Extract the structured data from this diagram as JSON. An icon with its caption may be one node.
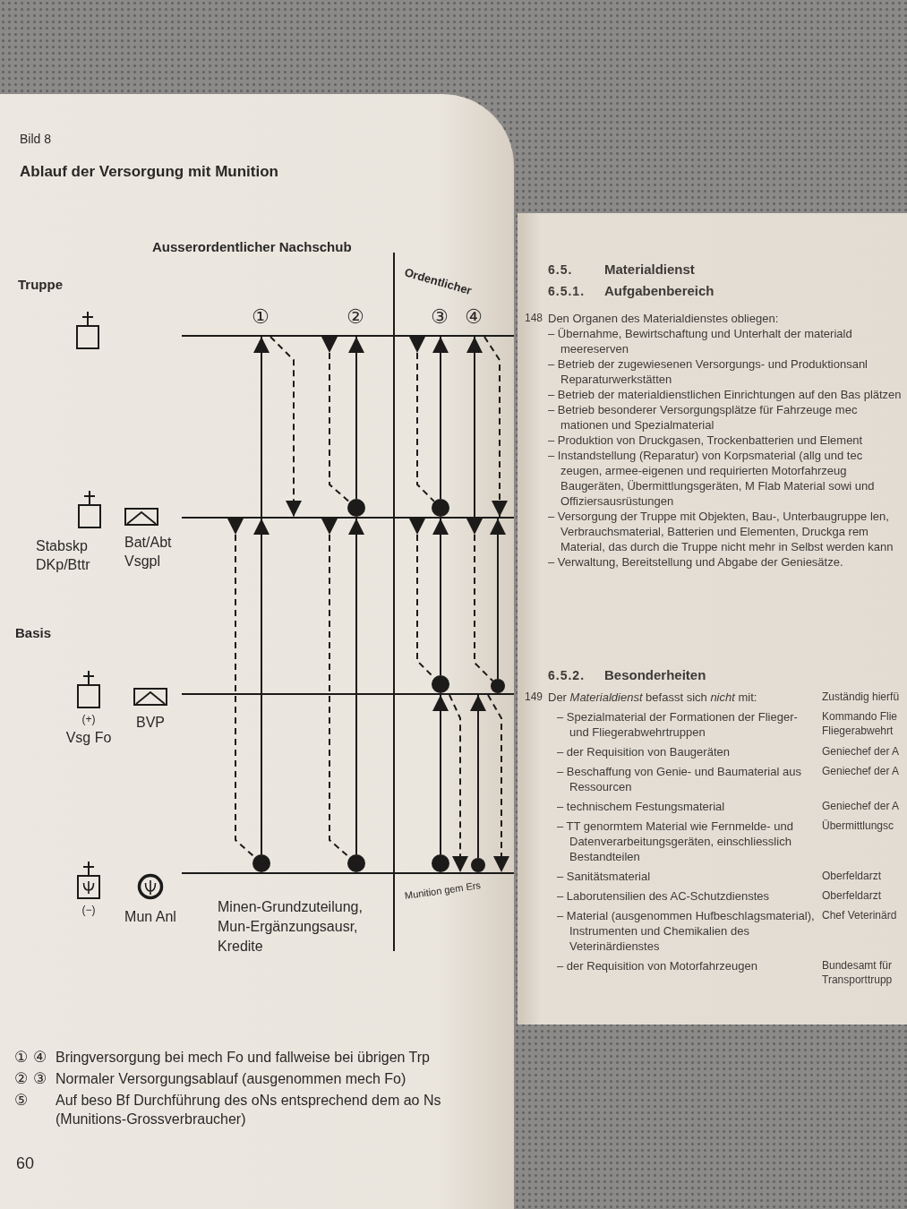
{
  "diagram": {
    "title": "Ablauf der Versorgung mit Munition",
    "nodes": [
      {
        "text": [],
        "shape": "box"
      },
      {
        "text": [],
        "shape": "line"
      },
      {
        "text": [
          "Stabskp DKp/Bttr"
        ]
      },
      {
        "text": [
          "Bat/Abt Vsgpl"
        ]
      },
      {
        "text": [],
        "shape": "line"
      },
      {
        "text": [
          "(+)",
          "Vsg Fo"
        ]
      },
      {
        "text": [
          "BVP"
        ]
      },
      {
        "text": [],
        "shape": "line"
      },
      {
        "text": [
          "(−)"
        ]
      },
      {
        "text": [
          "Mun Anl"
        ]
      },
      {
        "text": [],
        "shape": "line"
      },
      {
        "text": [],
        "shape": "circle"
      },
      {
        "text": [],
        "shape": "circle"
      },
      {
        "text": [],
        "shape": "circle"
      },
      {
        "text": [],
        "shape": "circle"
      },
      {
        "text": [],
        "shape": "circle"
      },
      {
        "text": [],
        "shape": "circle"
      },
      {
        "text": [],
        "shape": "circle"
      },
      {
        "text": [],
        "shape": "circle"
      },
      {
        "text": [],
        "shape": "triangle"
      },
      {
        "text": [],
        "shape": "triangle"
      },
      {
        "text": [],
        "shape": "triangle"
      },
      {
        "text": [],
        "shape": "triangle"
      },
      {
        "text": [],
        "shape": "triangle"
      },
      {
        "text": [],
        "shape": "triangle"
      }
    ],
    "edges": [
      {
        "from": 4,
        "to": 1,
        "arrow": "to"
      },
      {
        "from": 1,
        "to": 4,
        "arrow": "to",
        "style": "dashed"
      },
      {
        "from": 11,
        "to": 1,
        "arrow": "to"
      },
      {
        "from": 19,
        "to": 11,
        "arrow": "none",
        "style": "dashed"
      },
      {
        "from": 12,
        "to": 1,
        "arrow": "to"
      },
      {
        "from": 20,
        "to": 12,
        "arrow": "none",
        "style": "dashed"
      },
      {
        "from": 4,
        "to": 1,
        "arrow": "to"
      },
      {
        "from": 1,
        "to": 4,
        "arrow": "to",
        "style": "dashed"
      },
      {
        "from": 15,
        "to": 4,
        "arrow": "to"
      },
      {
        "from": 21,
        "to": 15,
        "arrow": "none",
        "style": "dashed"
      },
      {
        "from": 16,
        "to": 4,
        "arrow": "to"
      },
      {
        "from": 22,
        "to": 16,
        "arrow": "none",
        "style": "dashed"
      },
      {
        "from": 13,
        "to": 4,
        "arrow": "to"
      },
      {
        "from": 23,
        "to": 13,
        "arrow": "none",
        "style": "dashed"
      },
      {
        "from": 14,
        "to": 4,
        "arrow": "to"
      },
      {
        "from": 24,
        "to": 14,
        "arrow": "none",
        "style": "dashed"
      },
      {
        "from": 17,
        "to": 7,
        "arrow": "to"
      },
      {
        "from": 7,
        "to": 10,
        "arrow": "to",
        "style": "dashed"
      },
      {
        "from": 18,
        "to": 7,
        "arrow": "to"
      },
      {
        "from": 7,
        "to": 10,
        "arrow": "to",
        "style": "dashed"
      }
    ],
    "labels": [
      "Bild 8",
      "Ausserordentlicher Nachschub",
      "Ordentlicher",
      "Truppe",
      "①",
      "②",
      "③",
      "④",
      "Basis",
      "Minen-Grundzuteilung, Mun-Ergänzungsausr, Kredite",
      "Munition gem Ers",
      "①",
      "④",
      "Bringversorgung bei mech Fo und fallweise bei übrigen Trp",
      "②",
      "③",
      "Normaler Versorgungsablauf (ausgenommen mech Fo)",
      "⑤",
      "Auf beso Bf Durchführung des oNs entsprechend dem ao Ns (Munitions-Grossverbraucher)",
      "60",
      "6.5.",
      "Materialdienst",
      "6.5.1.",
      "Aufgabenbereich",
      "148",
      "Den Organen des Materialdienstes obliegen:",
      "– Übernahme, Bewirtschaftung und Unterhalt der materiald meereserven",
      "– Betrieb der zugewiesenen Versorgungs- und Produktionsanl Reparaturwerkstätten",
      "– Betrieb der materialdienstlichen Einrichtungen auf den Bas plätzen",
      "– Betrieb besonderer Versorgungsplätze für Fahrzeuge mec mationen und Spezialmaterial",
      "– Produktion von Druckgasen, Trockenbatterien und Element",
      "– Instandstellung (Reparatur) von Korpsmaterial (allg und tec zeugen, armee-eigenen und requirierten Motorfahrzeug Baugeräten, Übermittlungsgeräten, M Flab Material sowi und Offiziersausrüstungen",
      "– Versorgung der Truppe mit Objekten, Bau-, Unterbaugruppe len, Verbrauchsmaterial, Batterien und Elementen, Druckga rem Material, das durch die Truppe nicht mehr in Selbst werden kann",
      "– Verwaltung, Bereitstellung und Abgabe der Geniesätze.",
      "6.5.2.",
      "Besonderheiten",
      "149",
      "Der *Materialdienst* befasst sich *nicht* mit:",
      "Zuständig hierfü",
      "– Spezialmaterial der Formationen der Flieger- und Fliegerabwehrtruppen",
      "Kommando Flie Fliegerabwehrt",
      "– der Requisition von Baugeräten",
      "Geniechef der A",
      "– Beschaffung von Genie- und Baumaterial aus Ressourcen",
      "Geniechef der A",
      "– technischem Festungsmaterial",
      "Geniechef der A",
      "– TT genormtem Material wie Fernmelde- und Datenverarbeitungsgeräten, einschliesslich Bestandteilen",
      "Übermittlungsc",
      "– Sanitätsmaterial",
      "Oberfeldarzt",
      "– Laborutensilien des AC-Schutzdienstes",
      "Oberfeldarzt",
      "– Material (ausgenommen Hufbeschlagsmaterial), Instrumenten und Chemikalien des Veterinärdienstes",
      "Chef Veterinärd",
      "– der Requisition von Motorfahrzeugen",
      "Bundesamt für Transporttrupp"
    ]
  }
}
